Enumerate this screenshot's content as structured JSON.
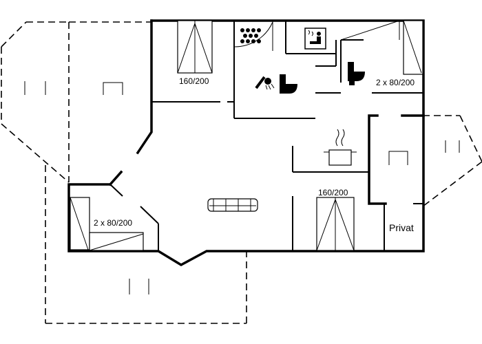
{
  "labels": {
    "bed_top": "160/200",
    "bed_top_right": "2 x 80/200",
    "bed_center": "160/200",
    "bed_left": "2 x 80/200",
    "private_room": "Privat"
  }
}
